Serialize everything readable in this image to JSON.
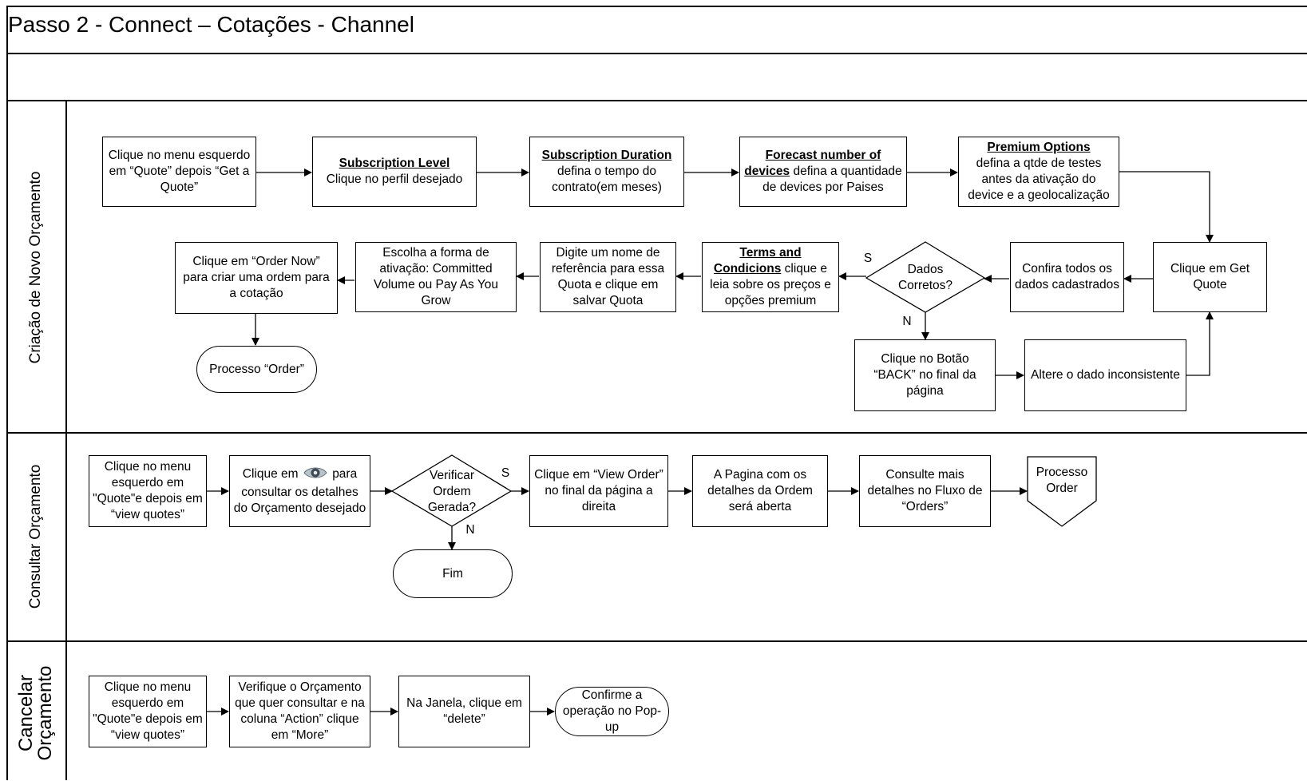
{
  "title": "Passo 2 - Connect – Cotações - Channel",
  "lanes": {
    "criacao": "Criação de Novo Orçamento",
    "consultar": "Consultar Orçamento",
    "cancelar_line1": "Cancelar",
    "cancelar_line2": "Orçamento"
  },
  "criacao": {
    "menu_quote": "Clique no menu esquerdo em “Quote” depois “Get a Quote”",
    "sub_level_title": "Subscription Level",
    "sub_level_text": "Clique no perfil desejado",
    "sub_duration_title": "Subscription Duration",
    "sub_duration_text": "defina o tempo do contrato(em meses)",
    "forecast_title": "Forecast number of devices",
    "forecast_text": "defina a quantidade de devices por Paises",
    "premium_title": "Premium Options",
    "premium_text": "defina a qtde de testes antes da ativação do device e a geolocalização",
    "get_quote": "Clique em Get Quote",
    "confira": "Confira todos os dados cadastrados",
    "dados_corretos": "Dados Corretos?",
    "yes_label": "S",
    "no_label": "N",
    "terms_title": "Terms and Condicions",
    "terms_text": "clique e leia sobre os preços e opções premium",
    "digite": "Digite um nome de referência para essa Quota e clique em salvar Quota",
    "escolha": "Escolha a forma de ativação: Committed Volume ou Pay As You Grow",
    "order_now": "Clique em “Order Now” para criar uma ordem para a cotação",
    "processo_order": "Processo “Order”",
    "back": "Clique no Botão “BACK” no final da página",
    "altere": "Altere o dado inconsistente"
  },
  "consultar": {
    "menu_view": "Clique no menu esquerdo em \"Quote\"e depois em “view quotes”",
    "eye_pre": "Clique em",
    "eye_post": "para consultar os detalhes do Orçamento desejado",
    "verificar": "Verificar Ordem Gerada?",
    "yes_label": "S",
    "no_label": "N",
    "view_order": "Clique em “View Order” no final da página a direita",
    "pagina": "A Pagina com os detalhes da Ordem será aberta",
    "consulte": "Consulte mais detalhes no Fluxo de “Orders”",
    "processo": "Processo Order",
    "fim": "Fim"
  },
  "cancelar": {
    "menu_view": "Clique no menu esquerdo em \"Quote\"e depois em “view quotes”",
    "verifique": "Verifique o Orçamento que quer consultar e na coluna “Action” clique em “More”",
    "janela": "Na Janela, clique em “delete”",
    "confirme": "Confirme a operação no Pop-up"
  },
  "icons": {
    "eye": "eye-icon"
  }
}
